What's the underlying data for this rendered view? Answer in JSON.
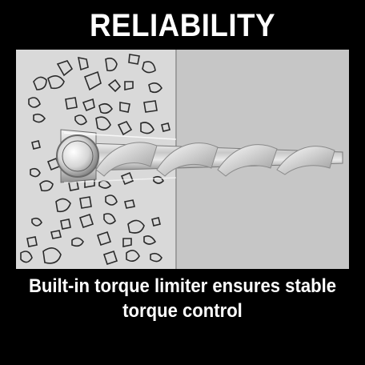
{
  "header": {
    "title": "RELIABILITY"
  },
  "caption": {
    "line1": "Built-in torque limiter ensures stable",
    "line2": "torque control"
  },
  "colors": {
    "background": "#000000",
    "concrete": "#d2d2d2",
    "cavity": "#cbcbcb",
    "text": "#ffffff"
  },
  "icons": [
    "drill-bit-icon",
    "concrete-aggregate-icon"
  ]
}
